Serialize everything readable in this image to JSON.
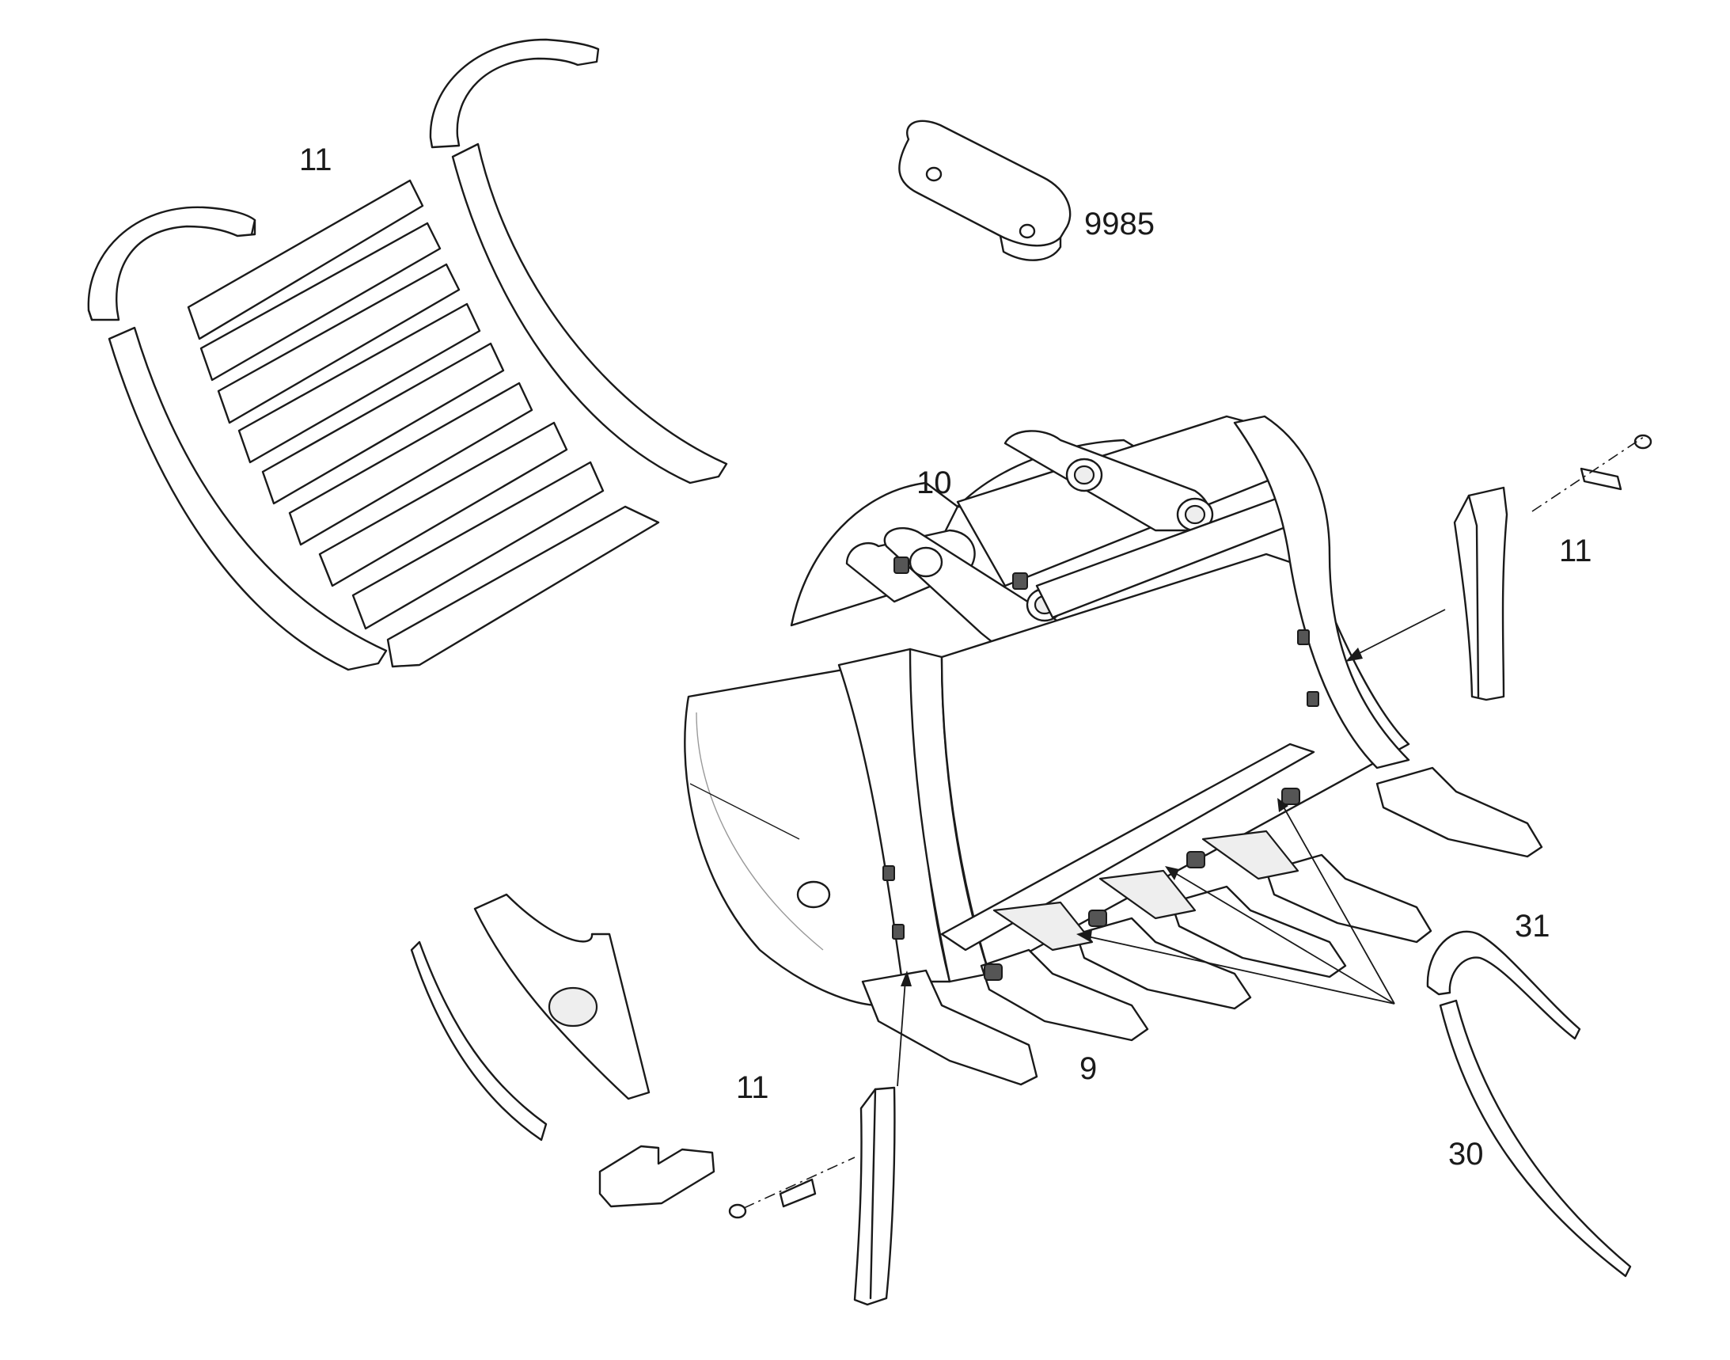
{
  "callouts": {
    "wear_strips_set": "11",
    "lug_plate": "9985",
    "bucket": "10",
    "side_cutter_right": "11",
    "side_cutter_left": "11",
    "teeth": "9",
    "lip_shroud": "31",
    "lip_strip": "30"
  }
}
